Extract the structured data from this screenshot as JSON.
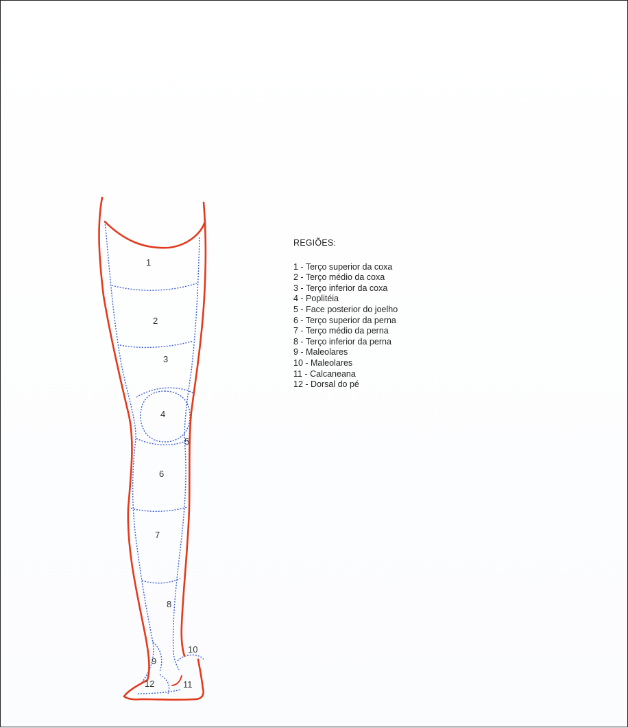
{
  "legend": {
    "title": "REGIÕES:",
    "items": [
      "1 - Terço superior da coxa",
      "2 - Terço médio da coxa",
      "3 - Terço inferior da coxa",
      "4 - Poplitéia",
      "5 - Face posterior do joelho",
      "6 - Terço superior da perna",
      "7 - Terço médio da perna",
      "8 - Terço inferior da perna",
      "9 - Maleolares",
      "10 - Maleolares",
      "11 - Calcaneana",
      "12 - Dorsal do pé"
    ]
  },
  "regions": {
    "r1": "1",
    "r2": "2",
    "r3": "3",
    "r4": "4",
    "r5": "5",
    "r6": "6",
    "r7": "7",
    "r8": "8",
    "r9": "9",
    "r10": "10",
    "r11": "11",
    "r12": "12"
  },
  "colors": {
    "outline": "#e23a1c",
    "regions": "#3b5fd0",
    "text": "#222222"
  }
}
